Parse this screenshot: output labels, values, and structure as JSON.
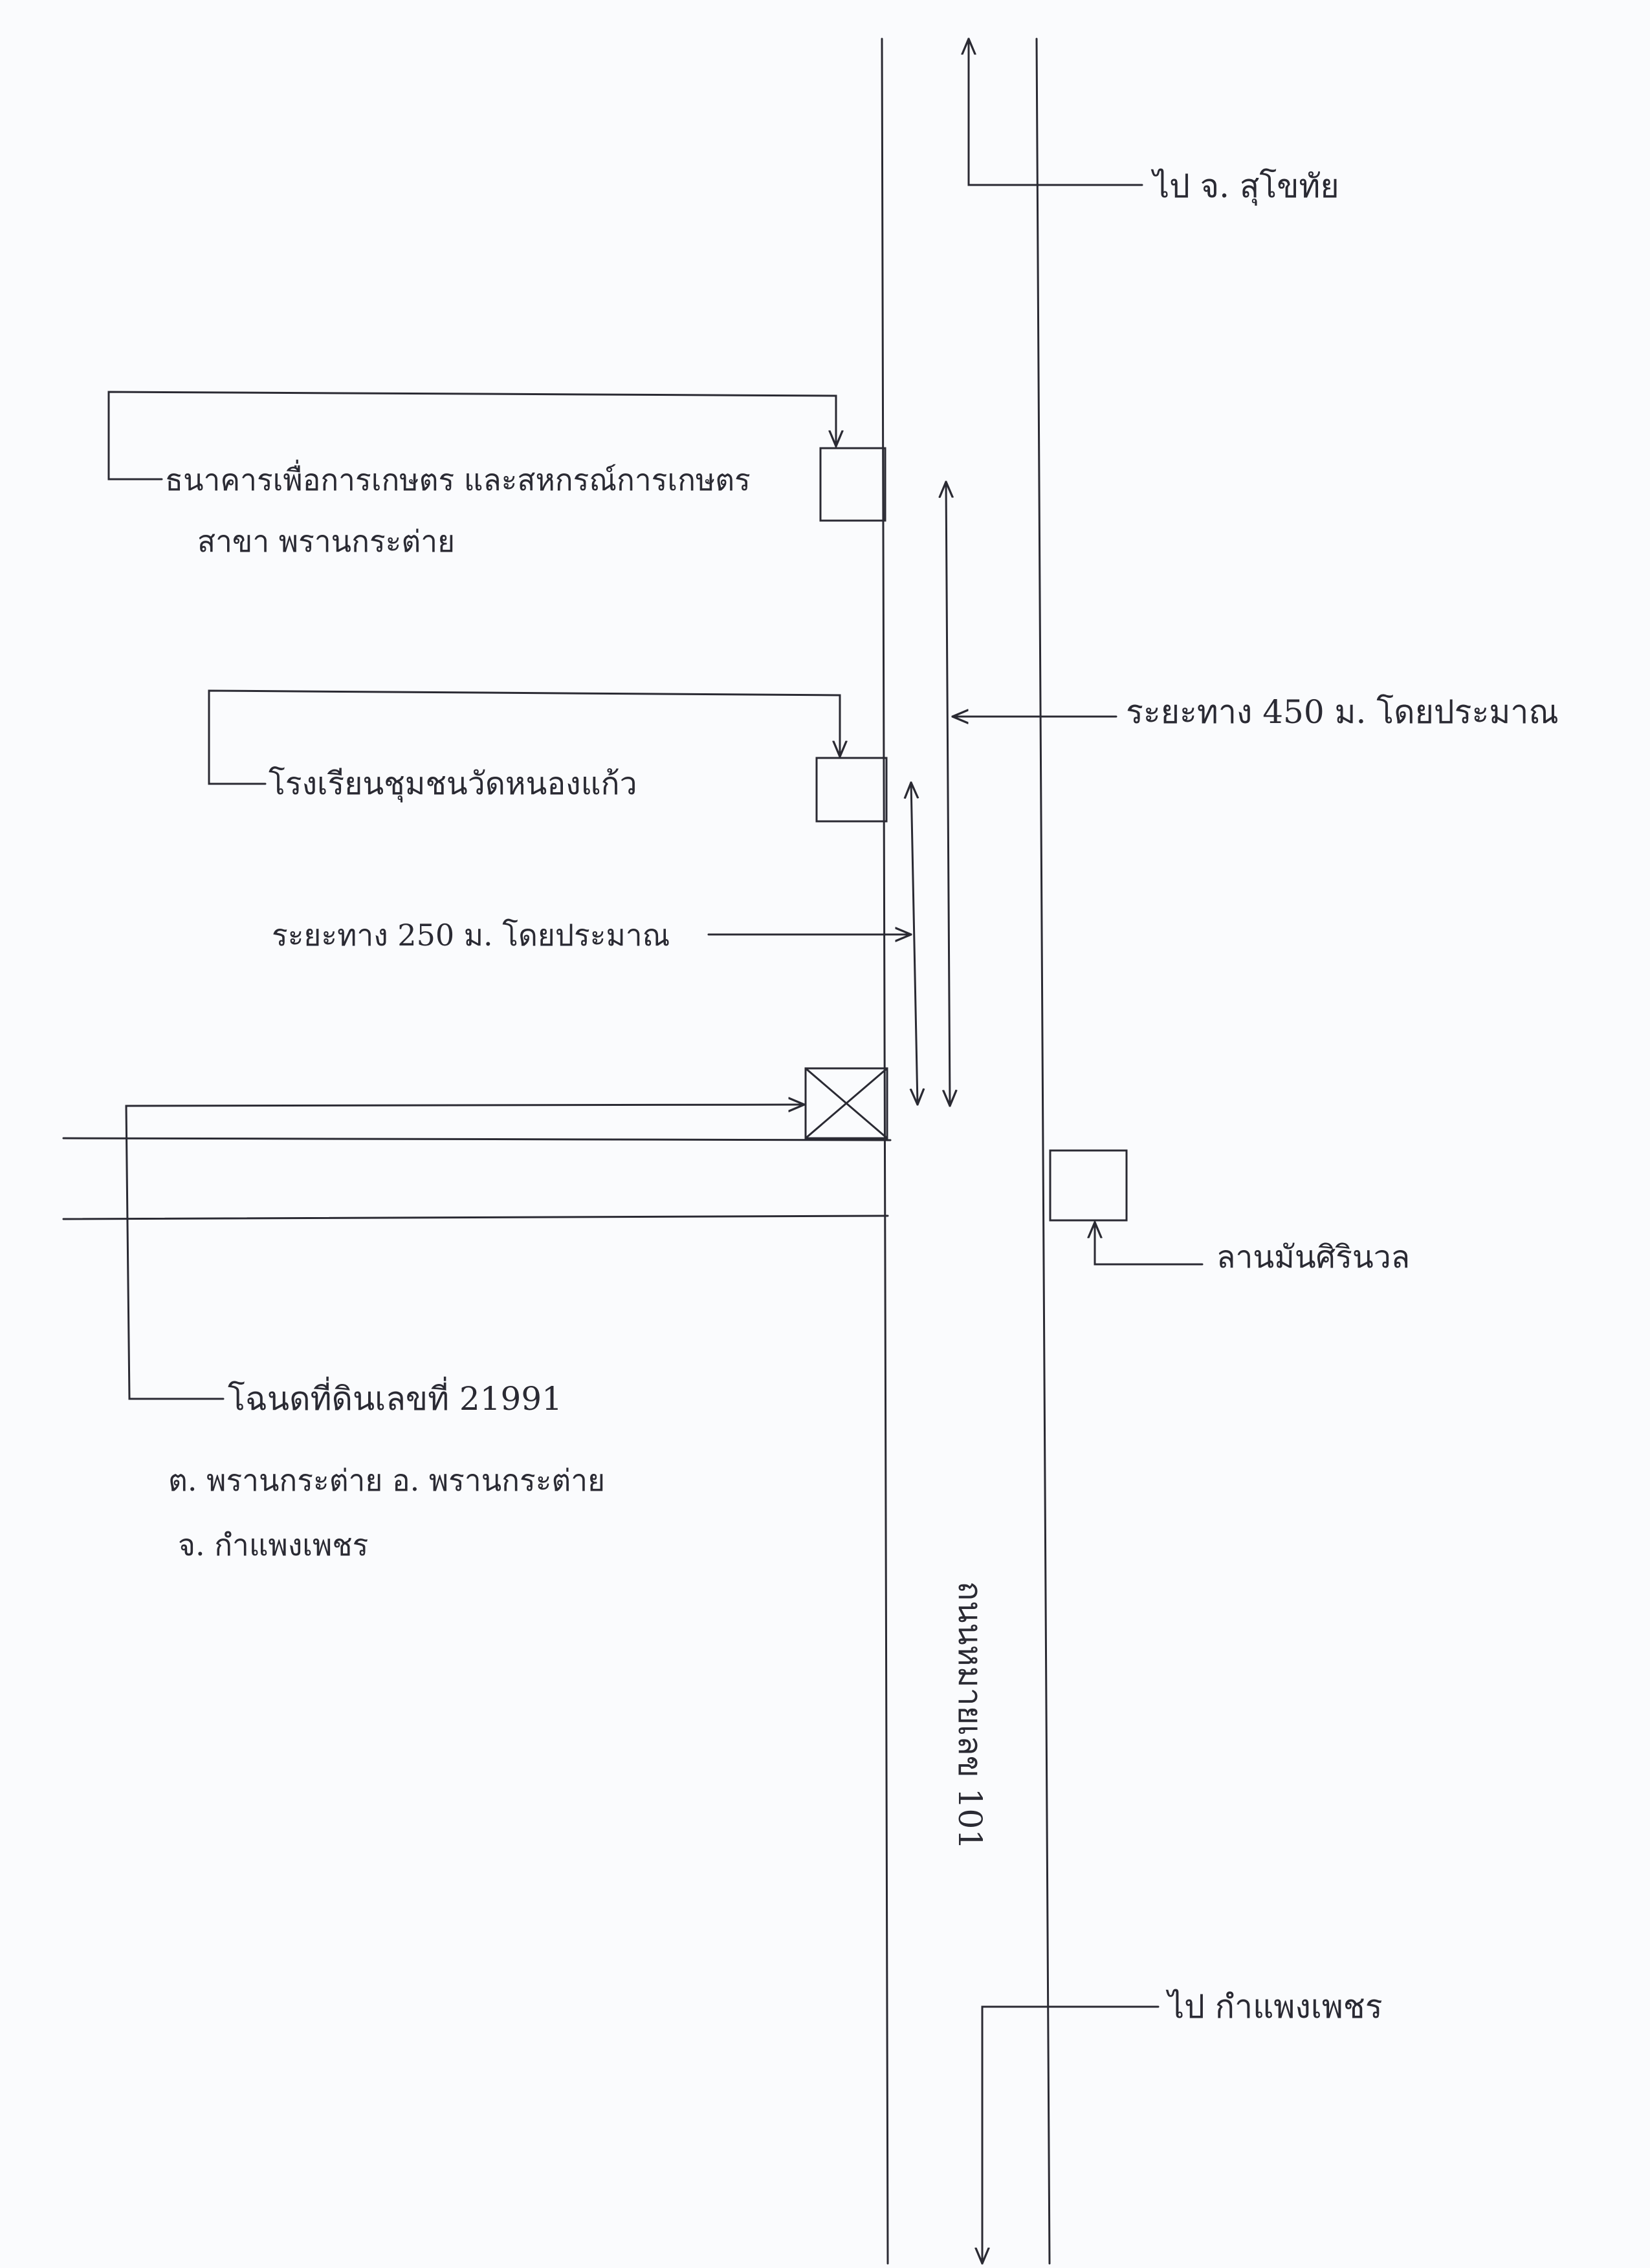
{
  "labels": {
    "to_sukhothai": "ไป จ. สุโขทัย",
    "bank_line1": "ธนาคารเพื่อการเกษตร และสหกรณ์การเกษตร",
    "bank_line2": "สาขา พรานกระต่าย",
    "school": "โรงเรียนชุมชนวัดหนองแก้ว",
    "distance_450": "ระยะทาง 450 ม. โดยประมาณ",
    "distance_250": "ระยะทาง 250 ม. โดยประมาณ",
    "rice_mill": "ลานมันศิรินวล",
    "deed_line1": "โฉนดที่ดินเลขที่ 21991",
    "deed_line2": "ต. พรานกระต่าย อ. พรานกระต่าย",
    "deed_line3": "จ. กำแพงเพชร",
    "highway": "ถนนหมายเลข 101",
    "to_kamphaeng_phet": "ไป กำแพงเพชร"
  },
  "colors": {
    "ink": "#2a2a33",
    "paper": "#fafbfd"
  }
}
